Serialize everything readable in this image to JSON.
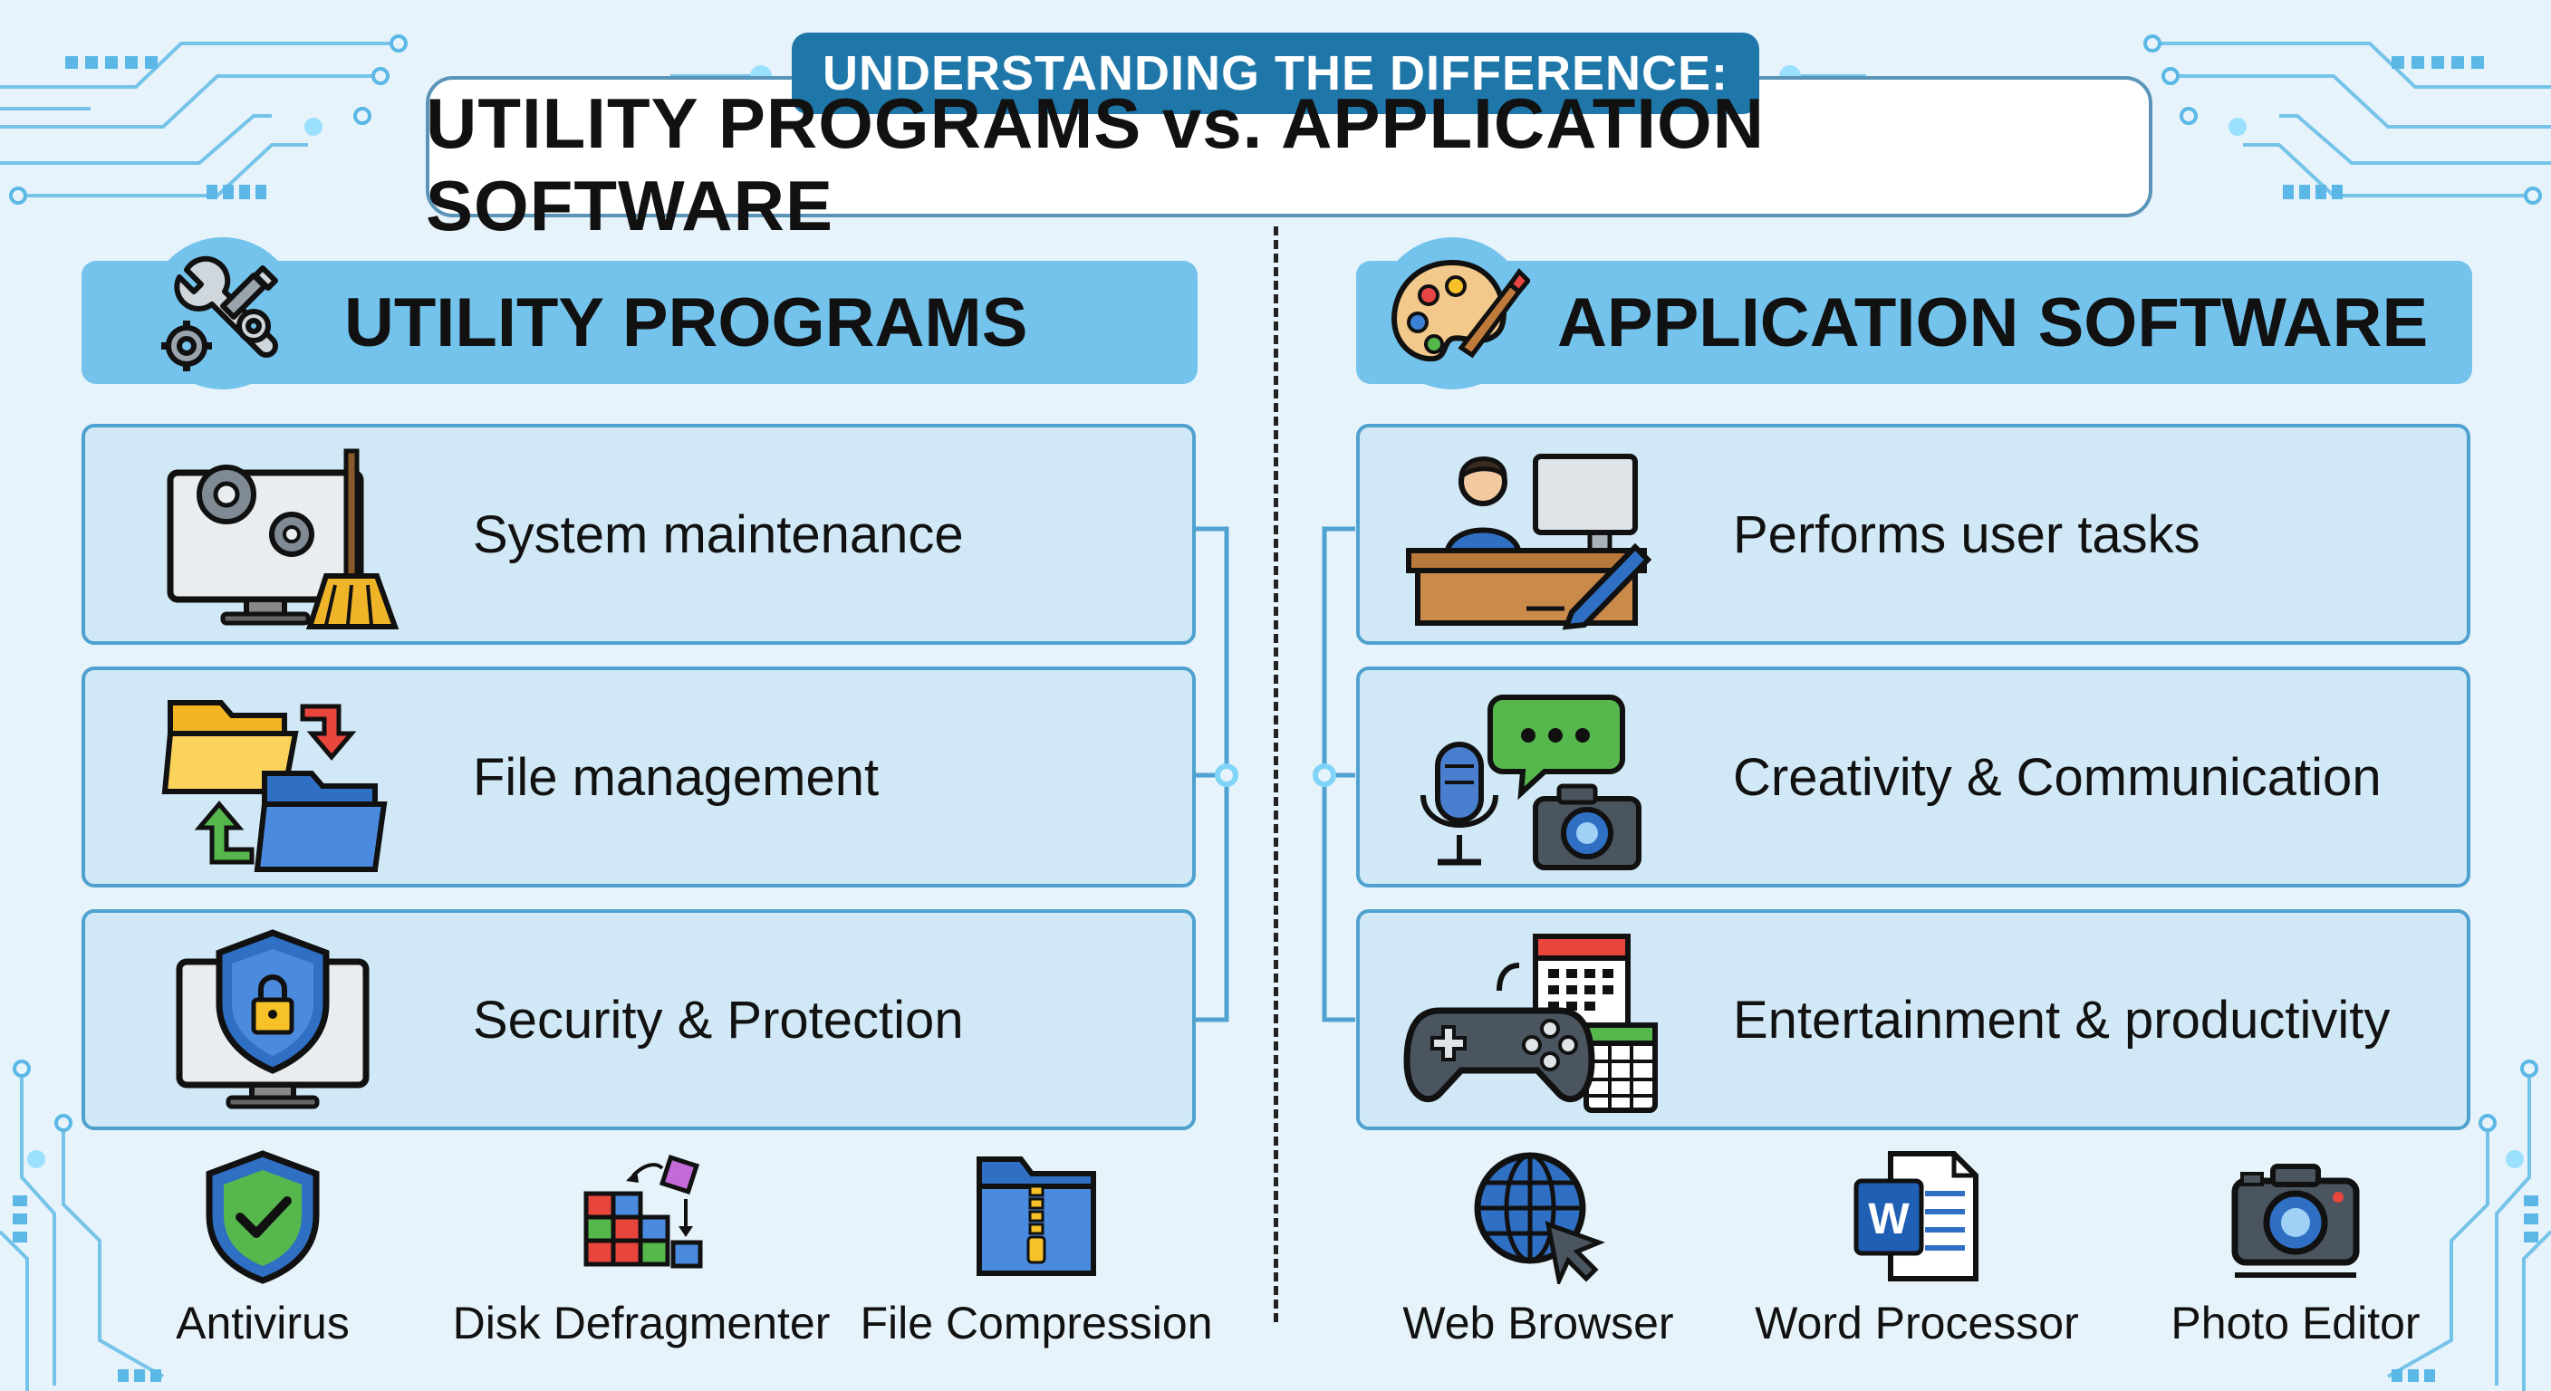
{
  "header": {
    "subtitle": "UNDERSTANDING THE DIFFERENCE:",
    "title": "UTILITY PROGRAMS vs. APPLICATION SOFTWARE"
  },
  "utility": {
    "heading": "UTILITY PROGRAMS",
    "heading_icon": "wrench-gears-icon",
    "features": [
      {
        "label": "System maintenance",
        "icon": "computer-gears-broom-icon"
      },
      {
        "label": "File management",
        "icon": "folders-arrows-icon"
      },
      {
        "label": "Security & Protection",
        "icon": "monitor-shield-lock-icon"
      }
    ],
    "examples": [
      {
        "label": "Antivirus",
        "icon": "shield-check-icon"
      },
      {
        "label": "Disk Defragmenter",
        "icon": "defrag-blocks-icon"
      },
      {
        "label": "File Compression",
        "icon": "zip-folder-icon"
      }
    ]
  },
  "application": {
    "heading": "APPLICATION SOFTWARE",
    "heading_icon": "paint-palette-icon",
    "features": [
      {
        "label": "Performs user tasks",
        "icon": "person-at-desk-icon"
      },
      {
        "label": "Creativity & Communication",
        "icon": "mic-chat-camera-icon"
      },
      {
        "label": "Entertainment & productivity",
        "icon": "gamepad-calendar-spreadsheet-icon"
      }
    ],
    "examples": [
      {
        "label": "Web Browser",
        "icon": "globe-cursor-icon"
      },
      {
        "label": "Word Processor",
        "icon": "word-document-icon"
      },
      {
        "label": "Photo Editor",
        "icon": "camera-icon"
      }
    ]
  },
  "colors": {
    "background": "#e7f3fb",
    "header_fill": "#73c3ec",
    "row_fill": "#d1e9f6",
    "row_border": "#4fa1cf",
    "pill": "#1f77a9",
    "circuit": "#5bb8e6"
  }
}
